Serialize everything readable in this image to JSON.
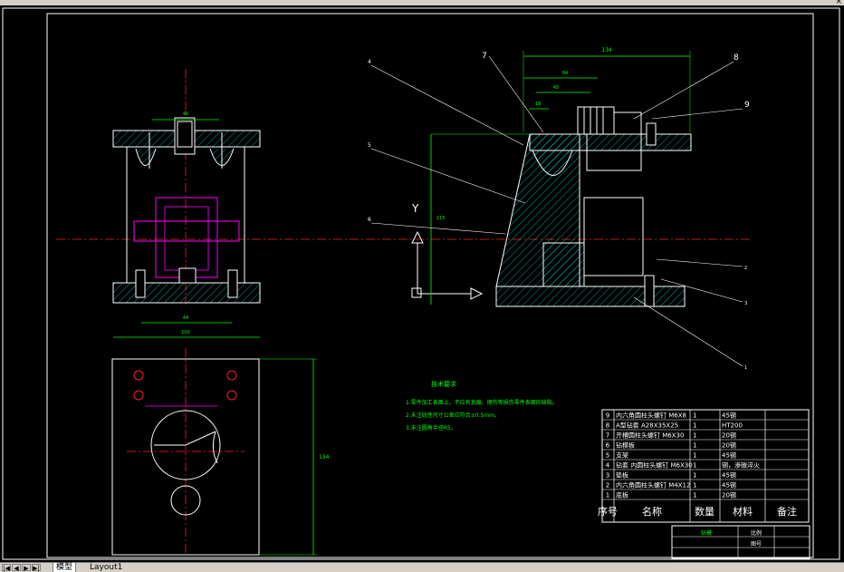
{
  "window": {
    "close_glyph": "×"
  },
  "drawing": {
    "tech_title": "技术要求",
    "tech_notes": [
      "1.零件加工表面上，不应有划痕、擦伤等损伤零件表面的缺陷。",
      "2.未注线性尺寸公差应符合±0.5mm。",
      "3.未注圆角半径R5。"
    ],
    "dims": {
      "d45_front": "45",
      "d44_front": "44",
      "d100_front": "100",
      "d134_top": "134",
      "d84_top": "84",
      "d45_top": "45",
      "d18_top": "18",
      "d115_side": "115",
      "d134_plan": "134"
    },
    "leaders": [
      "1",
      "2",
      "3",
      "4",
      "5",
      "6",
      "7",
      "8",
      "9"
    ],
    "axis_label": "Y"
  },
  "bom": {
    "rows": [
      {
        "no": "9",
        "name": "内六角圆柱头螺钉 M6X8",
        "qty": "1",
        "mat": "45钢",
        "note": ""
      },
      {
        "no": "8",
        "name": "A型钻套 A28X35X25",
        "qty": "1",
        "mat": "HT200",
        "note": ""
      },
      {
        "no": "7",
        "name": "开槽圆柱头螺钉 M6X30",
        "qty": "1",
        "mat": "20钢",
        "note": ""
      },
      {
        "no": "6",
        "name": "钻模板",
        "qty": "1",
        "mat": "20钢",
        "note": ""
      },
      {
        "no": "5",
        "name": "支架",
        "qty": "1",
        "mat": "45钢",
        "note": ""
      },
      {
        "no": "4",
        "name": "钻套 内圆柱头螺钉 M6X30",
        "qty": "1",
        "mat": "钢，渗碳淬火",
        "note": ""
      },
      {
        "no": "3",
        "name": "垫板",
        "qty": "1",
        "mat": "45钢",
        "note": ""
      },
      {
        "no": "2",
        "name": "内六角圆柱头螺钉 M4X12",
        "qty": "1",
        "mat": "45钢",
        "note": ""
      },
      {
        "no": "1",
        "name": "底板",
        "qty": "1",
        "mat": "20钢",
        "note": ""
      }
    ],
    "header": {
      "no": "序号",
      "name": "名称",
      "qty": "数量",
      "mat": "材料",
      "note": "备注"
    }
  },
  "title_block": {
    "name": "钻模",
    "scale": "比例",
    "sheet": "图号"
  },
  "tabs": {
    "nav_first": "|◀",
    "nav_prev": "◀",
    "nav_next": "▶",
    "nav_last": "▶|",
    "model": "模型",
    "layout1": "Layout1"
  },
  "colors": {
    "line": "#ffffff",
    "center": "#ff2020",
    "dim": "#00ff00",
    "hatch": "#00ffff",
    "magenta": "#ff00ff",
    "yellow": "#ffff00",
    "bg": "#000000"
  }
}
